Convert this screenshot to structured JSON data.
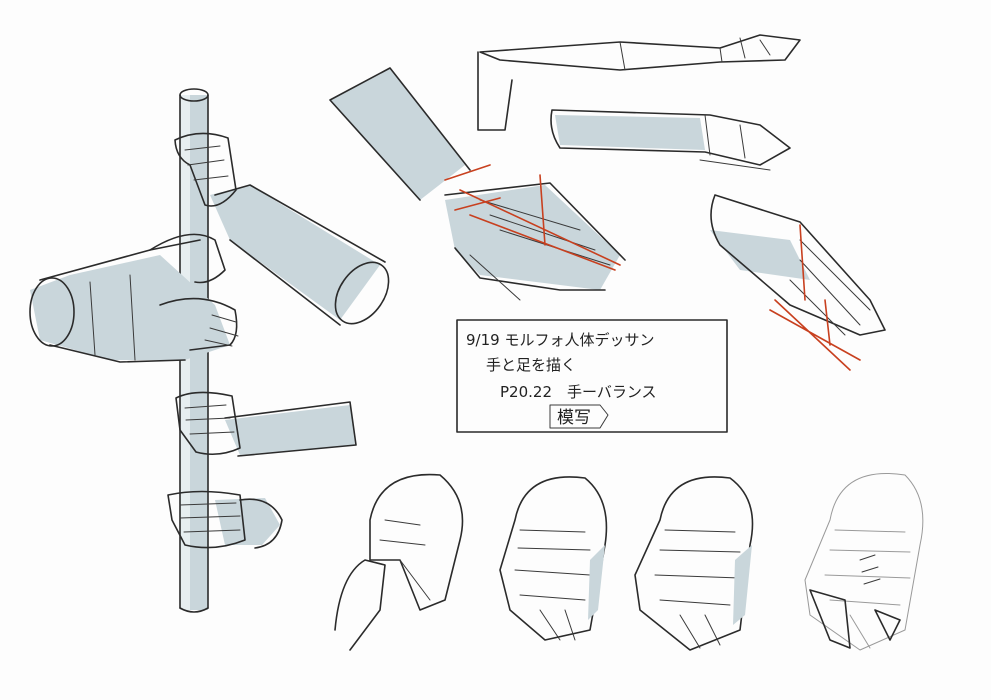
{
  "note": {
    "line1": "9/19 モルフォ人体デッサン",
    "line2": "手と足を描く",
    "line3": "P20.22　手ーバランス",
    "stamp": "模写"
  },
  "colors": {
    "ink": "#2b2b2b",
    "shade": "#c9d6db",
    "accent_red": "#c8401f",
    "paper": "#fdfdfd"
  }
}
